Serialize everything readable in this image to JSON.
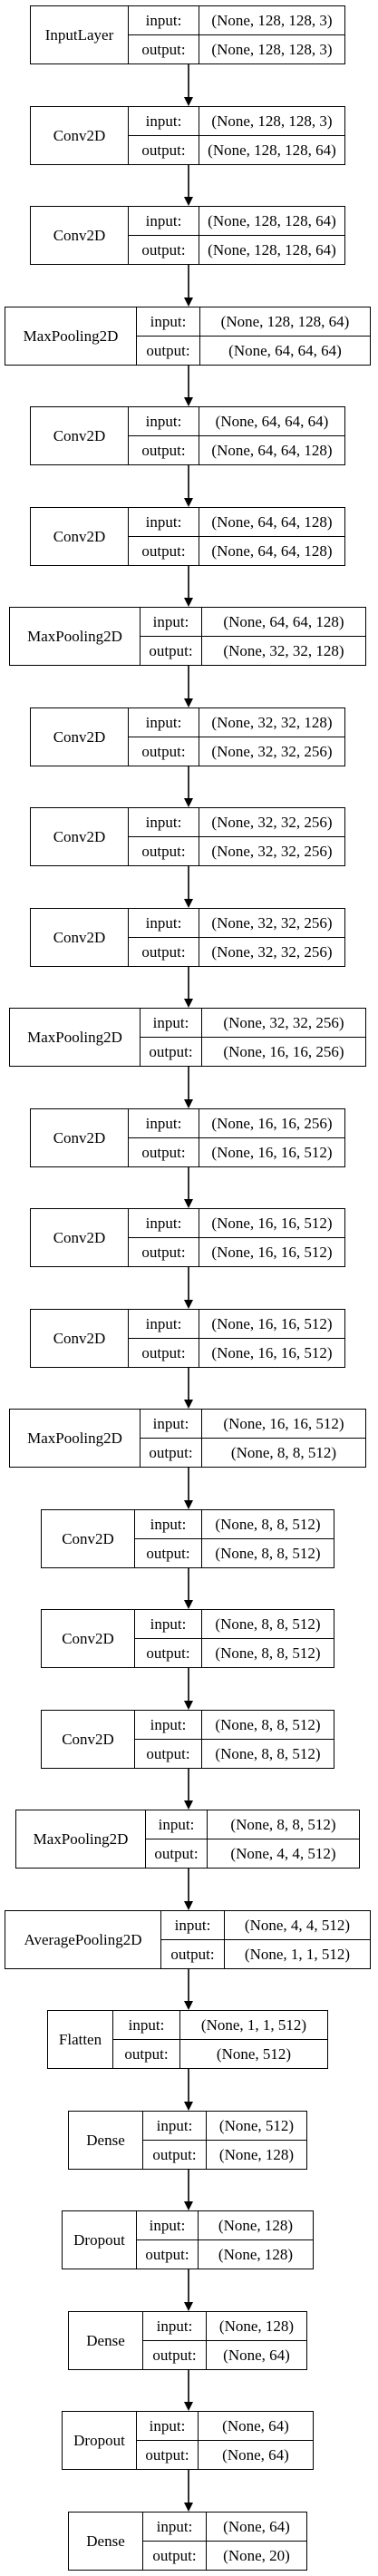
{
  "nodes": [
    {
      "name": "InputLayer",
      "input_label": "input:",
      "output_label": "output:",
      "input": "(None, 128, 128, 3)",
      "output": "(None, 128, 128, 3)"
    },
    {
      "name": "Conv2D",
      "input_label": "input:",
      "output_label": "output:",
      "input": "(None, 128, 128, 3)",
      "output": "(None, 128, 128, 64)"
    },
    {
      "name": "Conv2D",
      "input_label": "input:",
      "output_label": "output:",
      "input": "(None, 128, 128, 64)",
      "output": "(None, 128, 128, 64)"
    },
    {
      "name": "MaxPooling2D",
      "input_label": "input:",
      "output_label": "output:",
      "input": "(None, 128, 128, 64)",
      "output": "(None, 64, 64, 64)"
    },
    {
      "name": "Conv2D",
      "input_label": "input:",
      "output_label": "output:",
      "input": "(None, 64, 64, 64)",
      "output": "(None, 64, 64, 128)"
    },
    {
      "name": "Conv2D",
      "input_label": "input:",
      "output_label": "output:",
      "input": "(None, 64, 64, 128)",
      "output": "(None, 64, 64, 128)"
    },
    {
      "name": "MaxPooling2D",
      "input_label": "input:",
      "output_label": "output:",
      "input": "(None, 64, 64, 128)",
      "output": "(None, 32, 32, 128)"
    },
    {
      "name": "Conv2D",
      "input_label": "input:",
      "output_label": "output:",
      "input": "(None, 32, 32, 128)",
      "output": "(None, 32, 32, 256)"
    },
    {
      "name": "Conv2D",
      "input_label": "input:",
      "output_label": "output:",
      "input": "(None, 32, 32, 256)",
      "output": "(None, 32, 32, 256)"
    },
    {
      "name": "Conv2D",
      "input_label": "input:",
      "output_label": "output:",
      "input": "(None, 32, 32, 256)",
      "output": "(None, 32, 32, 256)"
    },
    {
      "name": "MaxPooling2D",
      "input_label": "input:",
      "output_label": "output:",
      "input": "(None, 32, 32, 256)",
      "output": "(None, 16, 16, 256)"
    },
    {
      "name": "Conv2D",
      "input_label": "input:",
      "output_label": "output:",
      "input": "(None, 16, 16, 256)",
      "output": "(None, 16, 16, 512)"
    },
    {
      "name": "Conv2D",
      "input_label": "input:",
      "output_label": "output:",
      "input": "(None, 16, 16, 512)",
      "output": "(None, 16, 16, 512)"
    },
    {
      "name": "Conv2D",
      "input_label": "input:",
      "output_label": "output:",
      "input": "(None, 16, 16, 512)",
      "output": "(None, 16, 16, 512)"
    },
    {
      "name": "MaxPooling2D",
      "input_label": "input:",
      "output_label": "output:",
      "input": "(None, 16, 16, 512)",
      "output": "(None, 8, 8, 512)"
    },
    {
      "name": "Conv2D",
      "input_label": "input:",
      "output_label": "output:",
      "input": "(None, 8, 8, 512)",
      "output": "(None, 8, 8, 512)"
    },
    {
      "name": "Conv2D",
      "input_label": "input:",
      "output_label": "output:",
      "input": "(None, 8, 8, 512)",
      "output": "(None, 8, 8, 512)"
    },
    {
      "name": "Conv2D",
      "input_label": "input:",
      "output_label": "output:",
      "input": "(None, 8, 8, 512)",
      "output": "(None, 8, 8, 512)"
    },
    {
      "name": "MaxPooling2D",
      "input_label": "input:",
      "output_label": "output:",
      "input": "(None, 8, 8, 512)",
      "output": "(None, 4, 4, 512)"
    },
    {
      "name": "AveragePooling2D",
      "input_label": "input:",
      "output_label": "output:",
      "input": "(None, 4, 4, 512)",
      "output": "(None, 1, 1, 512)"
    },
    {
      "name": "Flatten",
      "input_label": "input:",
      "output_label": "output:",
      "input": "(None, 1, 1, 512)",
      "output": "(None, 512)"
    },
    {
      "name": "Dense",
      "input_label": "input:",
      "output_label": "output:",
      "input": "(None, 512)",
      "output": "(None, 128)"
    },
    {
      "name": "Dropout",
      "input_label": "input:",
      "output_label": "output:",
      "input": "(None, 128)",
      "output": "(None, 128)"
    },
    {
      "name": "Dense",
      "input_label": "input:",
      "output_label": "output:",
      "input": "(None, 128)",
      "output": "(None, 64)"
    },
    {
      "name": "Dropout",
      "input_label": "input:",
      "output_label": "output:",
      "input": "(None, 64)",
      "output": "(None, 64)"
    },
    {
      "name": "Dense",
      "input_label": "input:",
      "output_label": "output:",
      "input": "(None, 64)",
      "output": "(None, 20)"
    }
  ],
  "colors": {
    "stroke": "#000000",
    "background": "#ffffff",
    "text": "#000000"
  }
}
